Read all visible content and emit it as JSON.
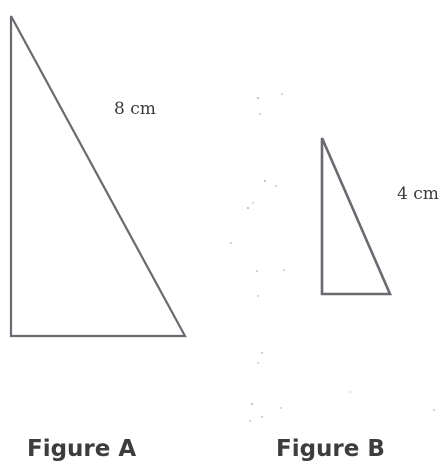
{
  "figures": {
    "a": {
      "name": "Figure A",
      "side_label": "8 cm"
    },
    "b": {
      "name": "Figure B",
      "side_label": "4 cm"
    }
  },
  "colors": {
    "stroke": "#6a6a70",
    "text": "#3a3a3a"
  }
}
